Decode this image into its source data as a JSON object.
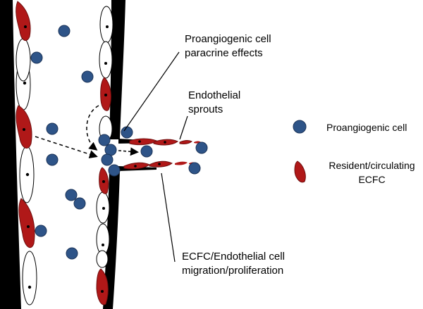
{
  "annotations": {
    "paracrine": "Proangiogenic cell\nparacrine effects",
    "sprouts": "Endothelial\nsprouts",
    "migration": "ECFC/Endothelial cell\nmigration/proliferation"
  },
  "legend": {
    "proangiogenic_label": "Proangiogenic cell",
    "ecfc_label": "Resident/circulating\nECFC"
  },
  "colors": {
    "vessel_wall": "#000000",
    "proangiogenic_cell": "#2e5488",
    "proangiogenic_outline": "#1b3358",
    "ecfc_cell": "#b01818",
    "ecfc_outline": "#6e0e0e",
    "endothelial_cell": "#ffffff"
  }
}
